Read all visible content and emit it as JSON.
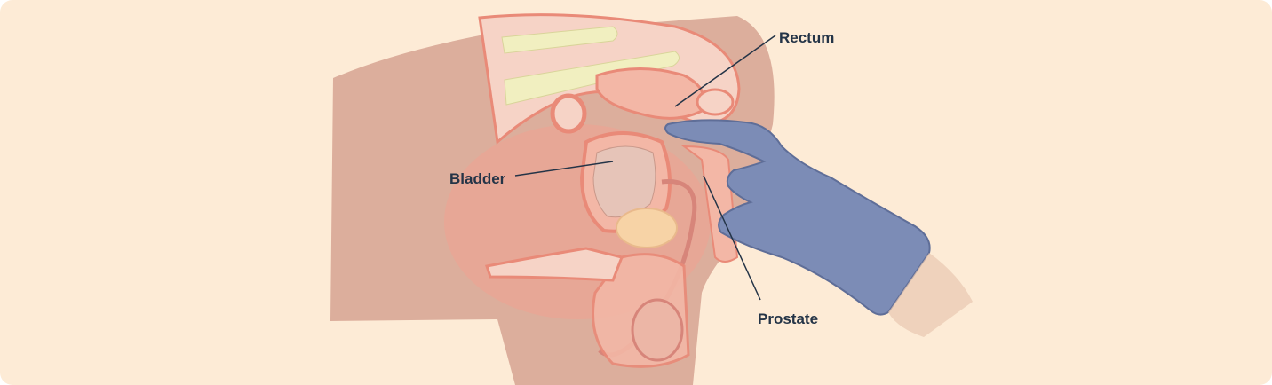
{
  "labels": {
    "rectum": "Rectum",
    "bladder": "Bladder",
    "prostate": "Prostate"
  },
  "colors": {
    "background": "#fdebd6",
    "skin_silhouette": "#dcae9c",
    "tissue": "#f3b7a6",
    "tissue_dark": "#e98a78",
    "bone": "#f1efc0",
    "glove": "#7c8cb6",
    "leader_line": "#243447"
  }
}
